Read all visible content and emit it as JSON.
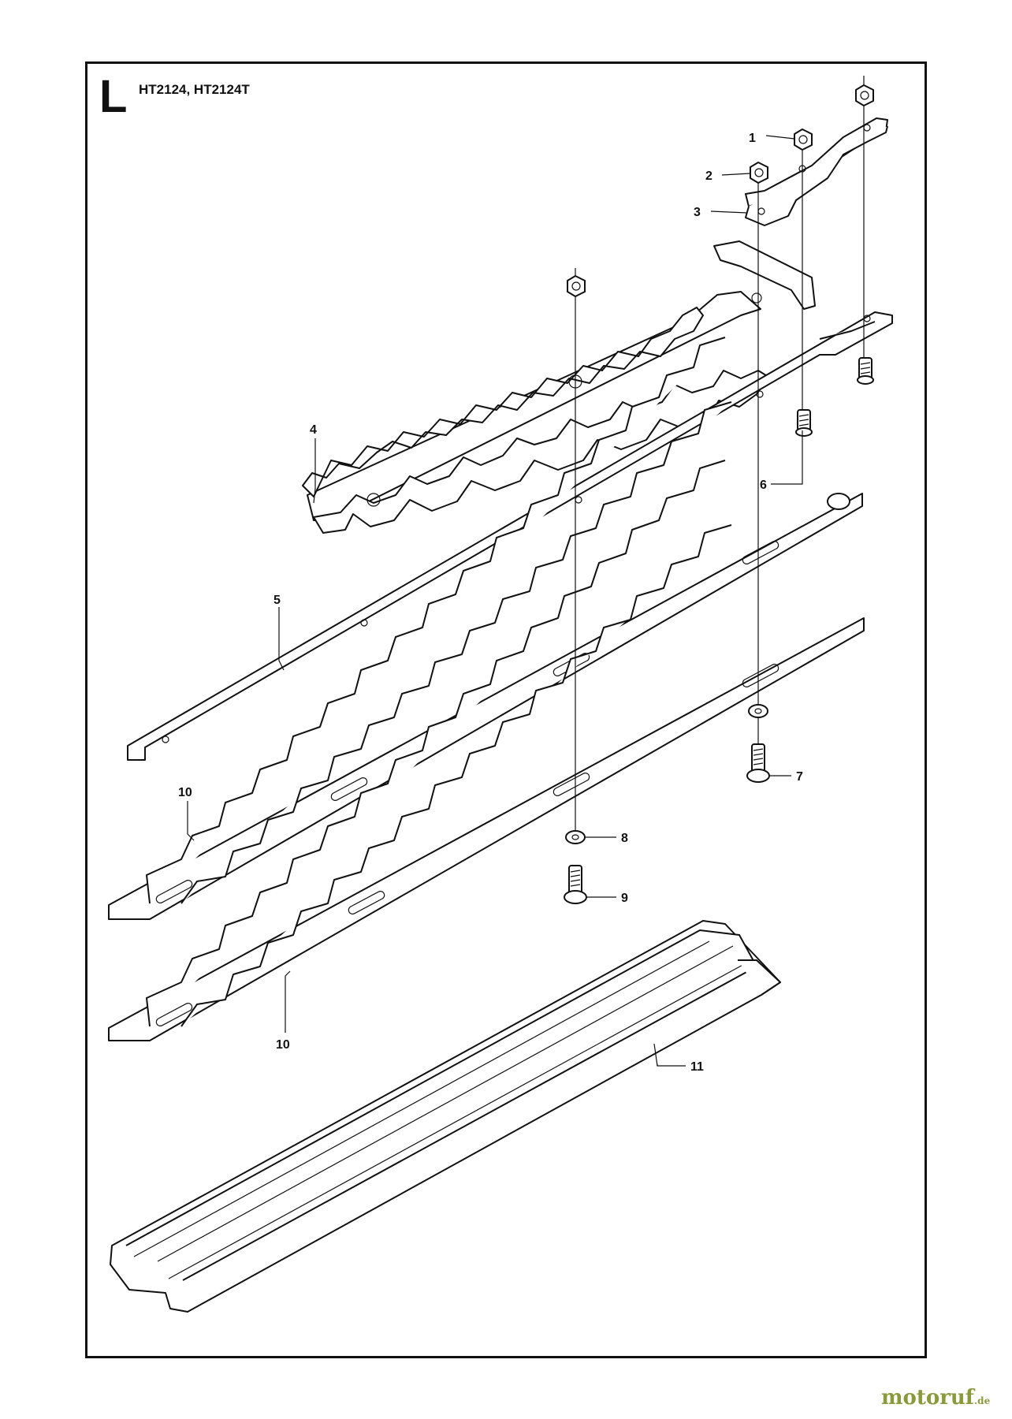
{
  "header": {
    "section_letter": "L",
    "models": "HT2124, HT2124T"
  },
  "callouts": [
    {
      "id": "c1",
      "label": "1"
    },
    {
      "id": "c2",
      "label": "2"
    },
    {
      "id": "c3",
      "label": "3"
    },
    {
      "id": "c4",
      "label": "4"
    },
    {
      "id": "c5",
      "label": "5"
    },
    {
      "id": "c6",
      "label": "6"
    },
    {
      "id": "c7",
      "label": "7"
    },
    {
      "id": "c8",
      "label": "8"
    },
    {
      "id": "c9",
      "label": "9"
    },
    {
      "id": "c10a",
      "label": "10"
    },
    {
      "id": "c10b",
      "label": "10"
    },
    {
      "id": "c11",
      "label": "11"
    }
  ],
  "watermark": {
    "brand": "motoruf",
    "tld": ".de",
    "color": "#8a9a3a"
  }
}
